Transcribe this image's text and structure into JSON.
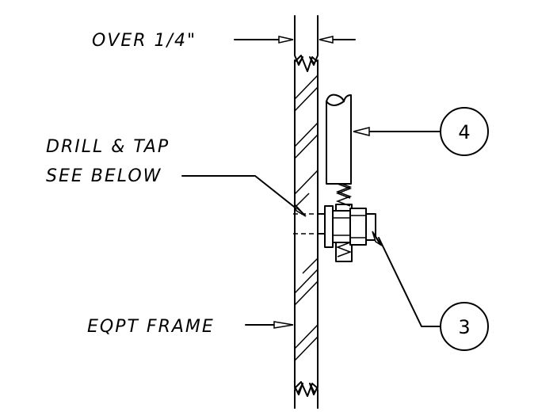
{
  "labels": {
    "thickness": "OVER 1/4\"",
    "drill_line1": "DRILL & TAP",
    "drill_line2": "SEE BELOW",
    "frame": "EQPT FRAME"
  },
  "callouts": {
    "upper": "4",
    "lower": "3"
  },
  "colors": {
    "ink": "#000000",
    "background": "#ffffff"
  }
}
